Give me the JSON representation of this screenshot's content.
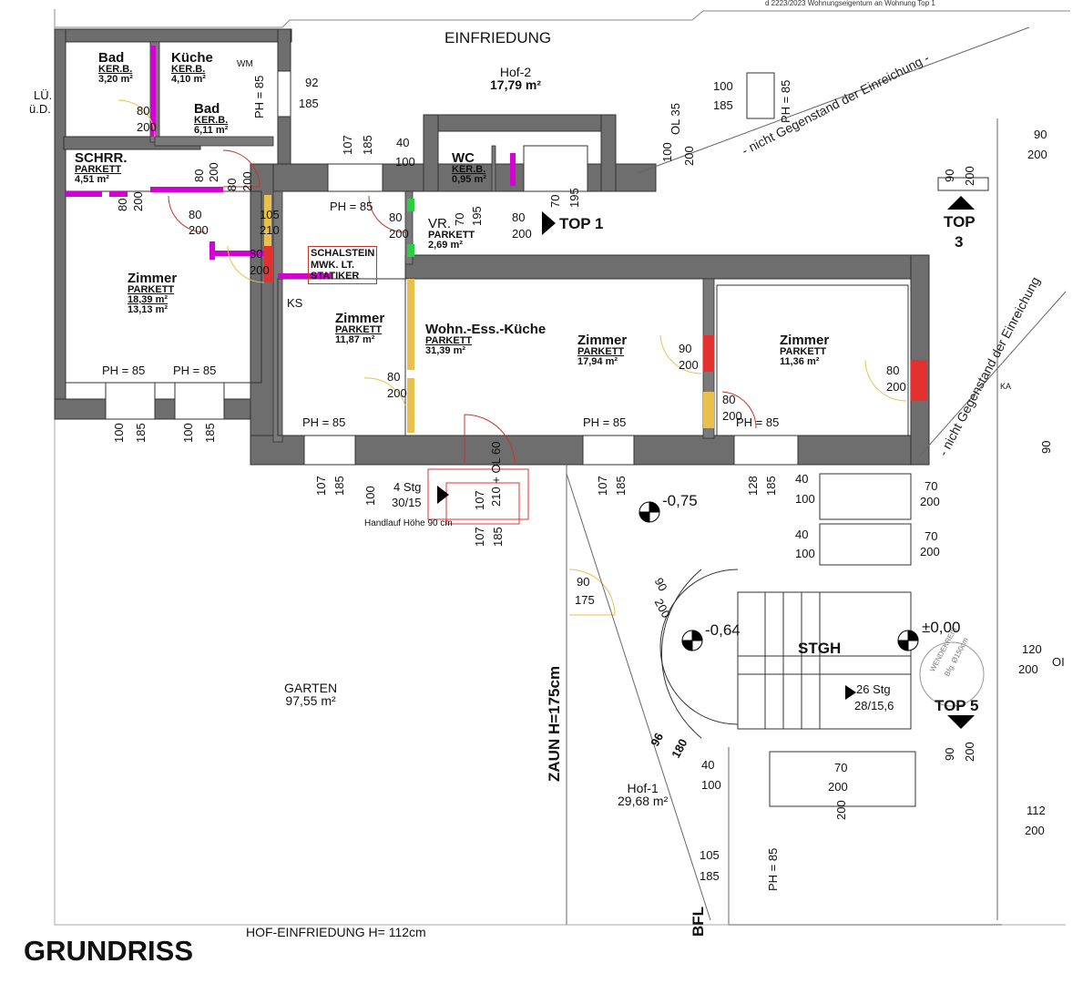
{
  "header_note": "d 2223/2023 Wohnungseigentum an Wohnung Top 1",
  "title": "GRUNDRISS",
  "labels": {
    "einfriedung": "EINFRIEDUNG",
    "hof_einfriedung": "HOF-EINFRIEDUNG H= 112cm",
    "zaun": "ZAUN H=175cm",
    "nicht_gegenstand": "- nicht Gegenstand der Einreichung -",
    "nicht_gegenstand_2": "- nicht Gegenstand der Einreichung",
    "lue": "LÜ.",
    "ud": "ü.D.",
    "ks": "KS",
    "ka": "KA",
    "wm": "WM",
    "bfl": "BFL",
    "handlauf": "Handlauf Höhe 90 cm",
    "stgh": "STGH",
    "stairs_outside": "4 Stg",
    "stairs_outside_ratio": "30/15",
    "stairs_main": "26 Stg",
    "stairs_main_ratio": "28/15,6",
    "wendekreis": "WENDEKREIS",
    "wendekreis_size": "Bfg. Ø150cm",
    "statiker": [
      "SCHALSTEIN",
      "MWK. LT.",
      "STATIKER"
    ],
    "ol_60": "210 + OL 60",
    "ol_35": "OL 35",
    "ol_right": "OI"
  },
  "rooms": [
    {
      "name": "Bad",
      "floor": "KER.B.",
      "area": "3,20 m²"
    },
    {
      "name": "Küche",
      "floor": "KER.B.",
      "area": "4,10 m²"
    },
    {
      "name": "Bad",
      "floor": "KER.B.",
      "area": "6,11 m²"
    },
    {
      "name": "SCHRR.",
      "floor": "PARKETT",
      "area": "4,51 m²"
    },
    {
      "name": "WC",
      "floor": "KER.B.",
      "area": "0,95 m²"
    },
    {
      "name": "VR.",
      "floor": "PARKETT",
      "area": "2,69 m²"
    },
    {
      "name": "Zimmer",
      "floor": "PARKETT",
      "area": "18,39 m²",
      "area2": "13,13 m²"
    },
    {
      "name": "Zimmer",
      "floor": "PARKETT",
      "area": "11,87 m²"
    },
    {
      "name": "Wohn.-Ess.-Küche",
      "floor": "PARKETT",
      "area": "31,39 m²"
    },
    {
      "name": "Zimmer",
      "floor": "PARKETT",
      "area": "17,94 m²"
    },
    {
      "name": "Zimmer",
      "floor": "PARKETT",
      "area": "11,36 m²"
    },
    {
      "name": "Hof-2",
      "area": "17,79 m²"
    },
    {
      "name": "GARTEN",
      "area": "97,55 m²"
    },
    {
      "name": "Hof-1",
      "area": "29,68 m²"
    }
  ],
  "tops": [
    {
      "name": "TOP 1"
    },
    {
      "name": "TOP",
      "num": "3"
    },
    {
      "name": "TOP 5"
    }
  ],
  "levels": [
    "-0,75",
    "-0,64",
    "±0,00"
  ],
  "ph": [
    "PH = 85",
    "PH =  85",
    "PH = 85"
  ],
  "dims": [
    "80",
    "200",
    "90",
    "175",
    "92",
    "185",
    "100",
    "107",
    "105",
    "210",
    "40",
    "70",
    "195",
    "120",
    "112",
    "128",
    "96",
    "180",
    "60",
    "35",
    "30",
    "15"
  ]
}
